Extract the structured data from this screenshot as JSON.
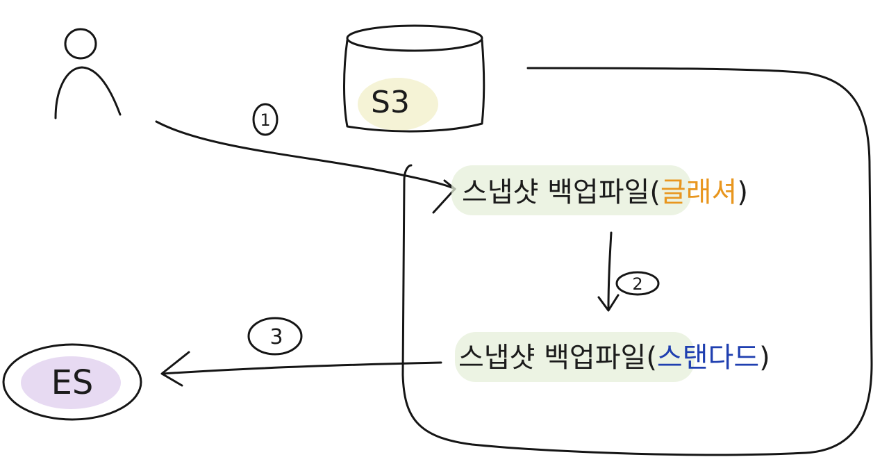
{
  "s3_label": "S3",
  "es_label": "ES",
  "steps": {
    "one": "1",
    "two": "2",
    "three": "3"
  },
  "file_top": {
    "prefix": "스냅샷 백업파일(",
    "status": "글래셔",
    "suffix": ")"
  },
  "file_bottom": {
    "prefix": "스냅샷 백업파일(",
    "status": "스탠다드",
    "suffix": ")"
  },
  "colors": {
    "ink": "#151515",
    "glacier": "#e8961e",
    "standard": "#1f3fb0",
    "highlight_green": "#e6efd9",
    "highlight_yellow": "#f3f1cf",
    "highlight_purple": "#e4d6f1"
  }
}
